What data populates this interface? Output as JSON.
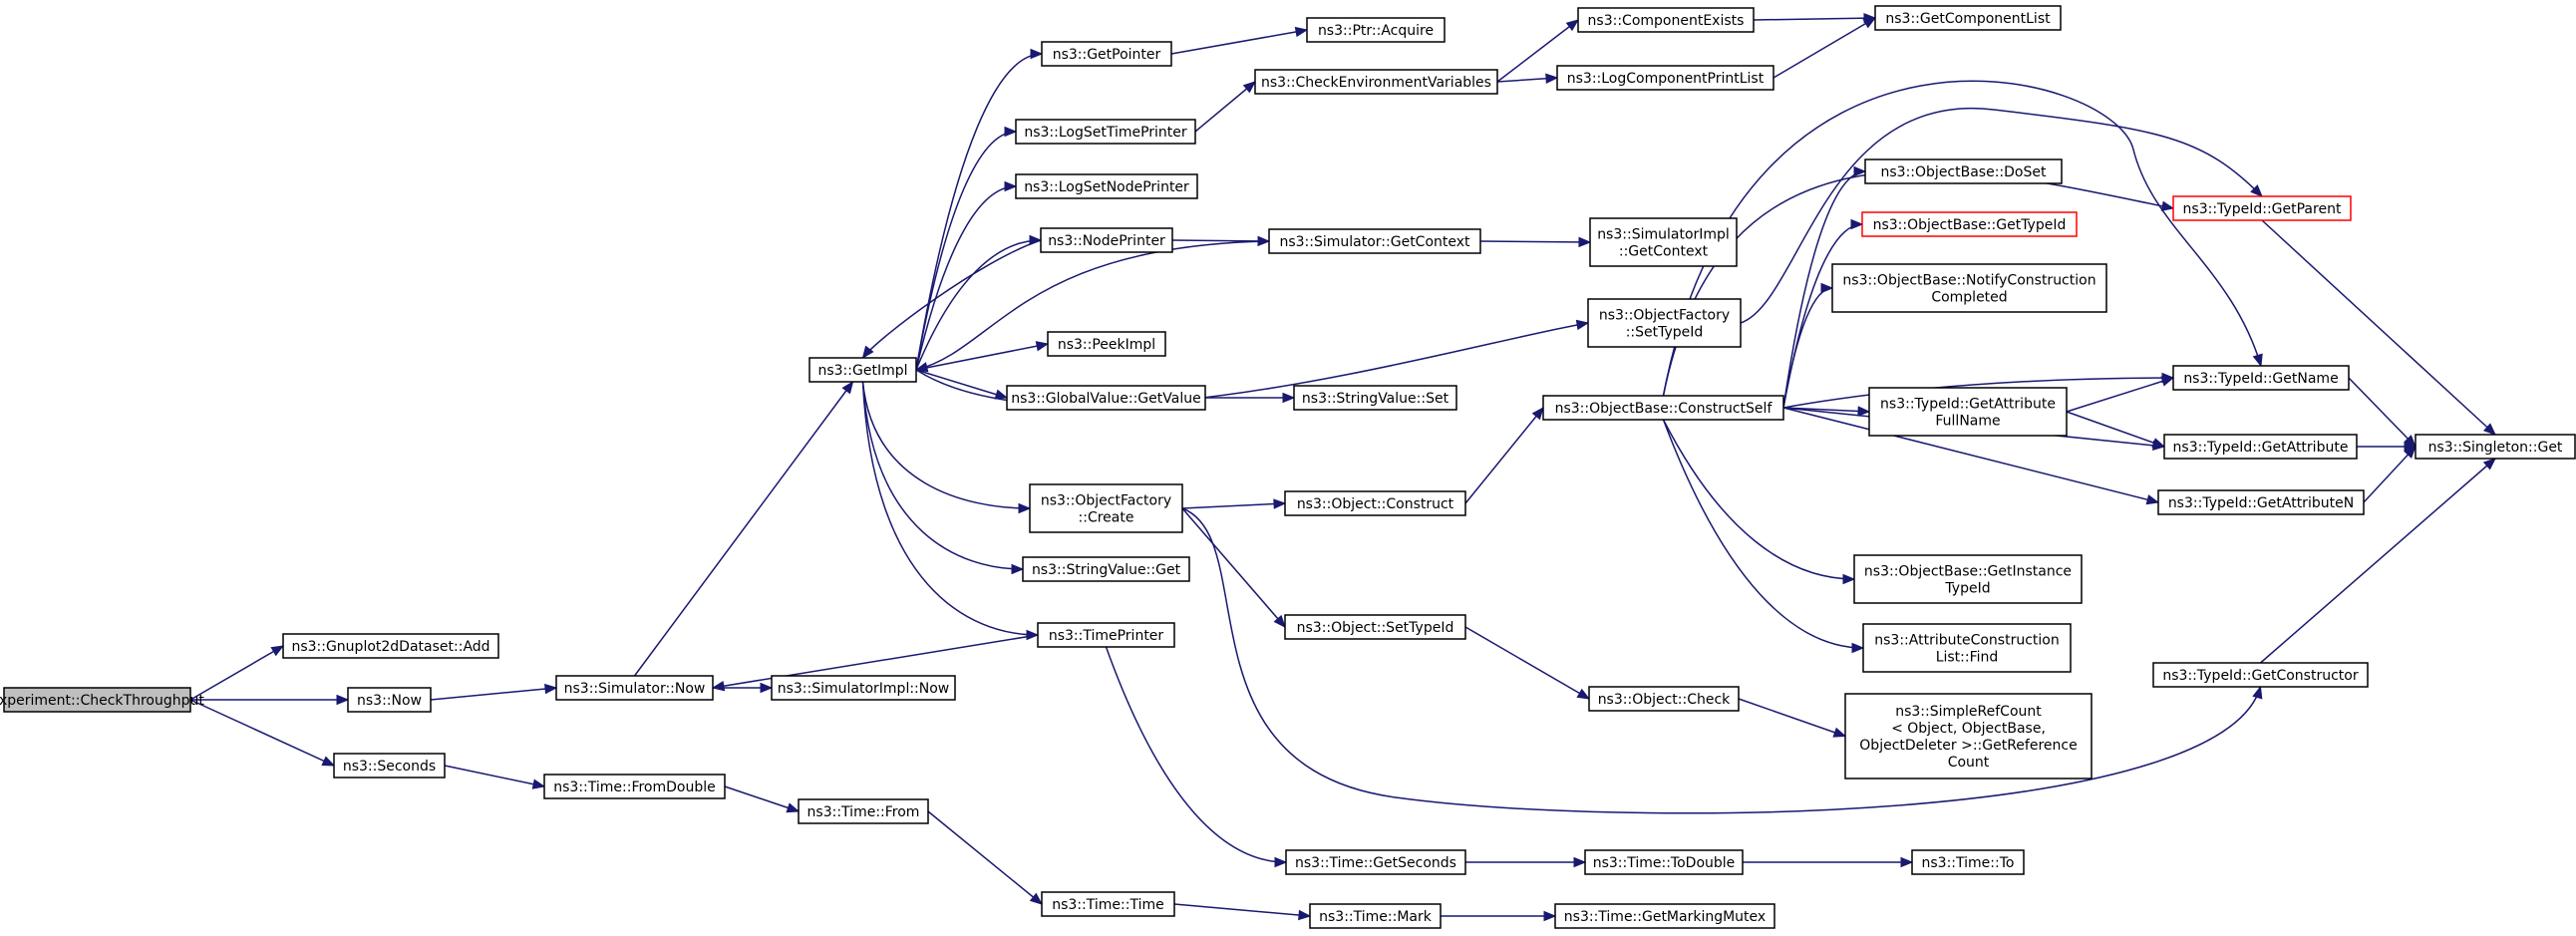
{
  "colors": {
    "edge": "#191970",
    "node_border": "#000000",
    "truncated_border": "#ff0000",
    "root_fill": "#bfbfbf",
    "node_fill": "#ffffff"
  },
  "nodes": {
    "n_check_throughput": [
      "Experiment::CheckThroughput"
    ],
    "n_gnuplot_add": [
      "ns3::Gnuplot2dDataset::Add"
    ],
    "n_now": [
      "ns3::Now"
    ],
    "n_seconds": [
      "ns3::Seconds"
    ],
    "n_sim_now": [
      "ns3::Simulator::Now"
    ],
    "n_simimpl_now": [
      "ns3::SimulatorImpl::Now"
    ],
    "n_time_fromdouble": [
      "ns3::Time::FromDouble"
    ],
    "n_time_from": [
      "ns3::Time::From"
    ],
    "n_time_time": [
      "ns3::Time::Time"
    ],
    "n_time_mark": [
      "ns3::Time::Mark"
    ],
    "n_time_getmarkingmutex": [
      "ns3::Time::GetMarkingMutex"
    ],
    "n_getimpl": [
      "ns3::GetImpl"
    ],
    "n_getpointer": [
      "ns3::GetPointer"
    ],
    "n_ptr_acquire": [
      "ns3::Ptr::Acquire"
    ],
    "n_logsettimeprinter": [
      "ns3::LogSetTimePrinter"
    ],
    "n_logsetnodeprinter": [
      "ns3::LogSetNodePrinter"
    ],
    "n_nodeprinter": [
      "ns3::NodePrinter"
    ],
    "n_peekimpl": [
      "ns3::PeekImpl"
    ],
    "n_globalvalue_getvalue": [
      "ns3::GlobalValue::GetValue"
    ],
    "n_objectfactory_create": [
      "ns3::ObjectFactory",
      "::Create"
    ],
    "n_stringvalue_get": [
      "ns3::StringValue::Get"
    ],
    "n_timeprinter": [
      "ns3::TimePrinter"
    ],
    "n_checkenvvars": [
      "ns3::CheckEnvironmentVariables"
    ],
    "n_componentexists": [
      "ns3::ComponentExists"
    ],
    "n_logcomponentprintlist": [
      "ns3::LogComponentPrintList"
    ],
    "n_getcomponentlist": [
      "ns3::GetComponentList"
    ],
    "n_sim_getcontext": [
      "ns3::Simulator::GetContext"
    ],
    "n_simimpl_getcontext": [
      "ns3::SimulatorImpl",
      "::GetContext"
    ],
    "n_stringvalue_set": [
      "ns3::StringValue::Set"
    ],
    "n_object_construct": [
      "ns3::Object::Construct"
    ],
    "n_object_settypeid": [
      "ns3::Object::SetTypeId"
    ],
    "n_object_check": [
      "ns3::Object::Check"
    ],
    "n_time_getseconds": [
      "ns3::Time::GetSeconds"
    ],
    "n_time_todouble": [
      "ns3::Time::ToDouble"
    ],
    "n_time_to": [
      "ns3::Time::To"
    ],
    "n_objectfactory_settypeid": [
      "ns3::ObjectFactory",
      "::SetTypeId"
    ],
    "n_objectbase_constructself": [
      "ns3::ObjectBase::ConstructSelf"
    ],
    "n_objectbase_doset": [
      "ns3::ObjectBase::DoSet"
    ],
    "n_objectbase_gettypeid": [
      "ns3::ObjectBase::GetTypeId"
    ],
    "n_objectbase_notifyconstruction": [
      "ns3::ObjectBase::NotifyConstruction",
      "Completed"
    ],
    "n_typeid_getattributefullname": [
      "ns3::TypeId::GetAttribute",
      "FullName"
    ],
    "n_objectbase_getinstancetypeid": [
      "ns3::ObjectBase::GetInstance",
      "TypeId"
    ],
    "n_attributeconstructionlist_find": [
      "ns3::AttributeConstruction",
      "List::Find"
    ],
    "n_simplerefcount": [
      "ns3::SimpleRefCount",
      "< Object, ObjectBase,",
      "ObjectDeleter >::GetReference",
      "Count"
    ],
    "n_typeid_getparent": [
      "ns3::TypeId::GetParent"
    ],
    "n_typeid_getname": [
      "ns3::TypeId::GetName"
    ],
    "n_typeid_getattribute": [
      "ns3::TypeId::GetAttribute"
    ],
    "n_typeid_getattributen": [
      "ns3::TypeId::GetAttributeN"
    ],
    "n_typeid_getconstructor": [
      "ns3::TypeId::GetConstructor"
    ],
    "n_singleton_get": [
      "ns3::Singleton::Get"
    ]
  }
}
